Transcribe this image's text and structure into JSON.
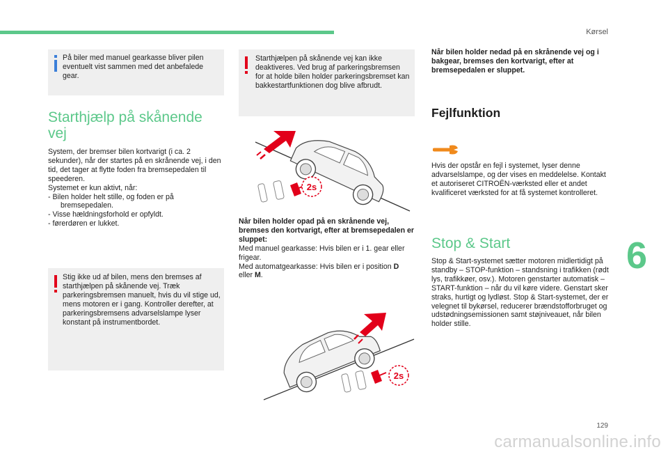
{
  "header": {
    "section": "Kørsel"
  },
  "page": {
    "number": "129",
    "chapter": "6"
  },
  "watermark": "carmanualsonline.info",
  "info_box": {
    "text": "På biler med manuel gearkasse bliver pilen eventuelt vist sammen med det anbefalede gear."
  },
  "hill_start": {
    "title": "Starthjælp på skånende vej",
    "intro": "System, der bremser bilen kortvarigt (i ca. 2 sekunder), når der startes på en skrånende vej, i den tid, det tager at flytte foden fra bremsepedalen til speederen.",
    "active_lead": "Systemet er kun aktivt, når:",
    "conditions": [
      "-   Bilen holder helt stille, og foden er på bremsepedalen.",
      "-   Visse hældningsforhold er opfyldt.",
      "-   førerdøren er lukket."
    ]
  },
  "warning_box_1": {
    "text": "Stig ikke ud af bilen, mens den bremses af starthjælpen på skånende vej. Træk parkeringsbremsen manuelt, hvis du vil stige ud, mens motoren er i gang. Kontroller derefter, at parkeringsbremsens advarselslampe lyser konstant på instrumentbordet."
  },
  "warning_box_2": {
    "text": "Starthjælpen på skånende vej kan ikke deaktiveres. Ved brug af parkeringsbremsen for at holde bilen holder parkeringsbremset kan bakkestartfunktionen dog blive afbrudt."
  },
  "uphill": {
    "title": "Når bilen holder opad på en skrånende vej, bremses den kortvarigt, efter at bremsepedalen er sluppet:",
    "manual": "Med manuel gearkasse: Hvis bilen er i 1. gear eller frigear.",
    "auto_prefix": "Med automatgearkasse: Hvis bilen er i position ",
    "auto_d": "D",
    "auto_or": " eller ",
    "auto_m": "M",
    "auto_end": ".",
    "badge": "2s"
  },
  "downhill": {
    "title": "Når bilen holder nedad på en skrånende vej og i bakgear, bremses den kortvarigt, efter at bremsepedalen er sluppet.",
    "badge": "2s"
  },
  "malfunction": {
    "title": "Fejlfunktion",
    "text": "Hvis der opstår en fejl i systemet, lyser denne advarselslampe, og der vises en meddelelse. Kontakt et autoriseret CITROËN-værksted eller et andet kvalificeret værksted for at få systemet kontrolleret."
  },
  "stop_start": {
    "title": "Stop & Start",
    "text": "Stop & Start-systemet sætter motoren midlertidigt på standby – STOP-funktion – standsning i trafikken (rødt lys, trafikkøer, osv.). Motoren genstarter automatisk – START-funktion – når du vil køre videre. Genstart sker straks, hurtigt og lydløst. Stop & Start-systemet, der er velegnet til bykørsel, reducerer brændstofforbruget og udstødningsemissionen samt støjniveauet, når bilen holder stille."
  },
  "colors": {
    "accent": "#5cc88a",
    "warning": "#e2001a",
    "info": "#3b7fd9",
    "wrench": "#f08a1c",
    "box": "#efefef"
  },
  "icons": {
    "info": "info-icon",
    "warning": "warning-exclamation-icon",
    "wrench": "wrench-icon"
  }
}
